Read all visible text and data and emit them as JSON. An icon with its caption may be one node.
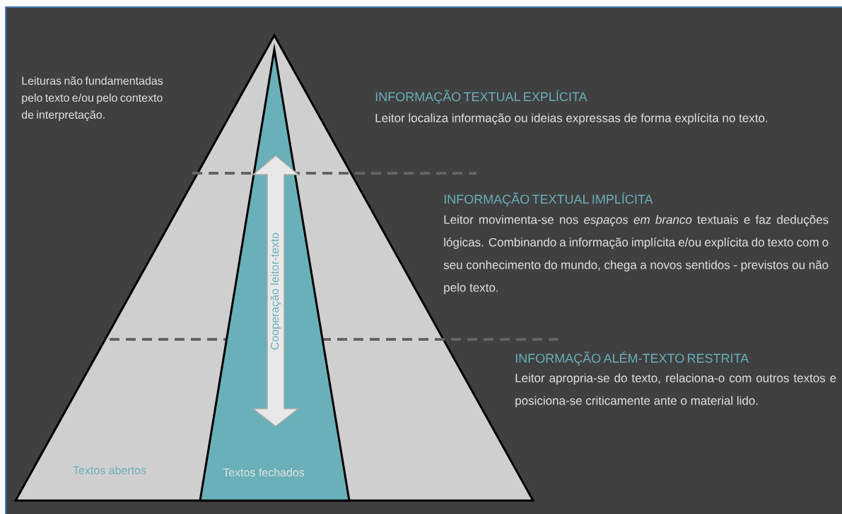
{
  "diagram": {
    "nodes": [
      {
        "text": [
          "Textos abertos"
        ]
      },
      {
        "text": [
          "Textos fechados"
        ],
        "in": 0
      },
      {
        "text": [
          "Cooperação leitor-texto"
        ],
        "in": 1
      }
    ],
    "labels": [
      "Leituras não fundamentadas pelo texto e/ou pelo contexto de interpretação.",
      "INFORMAÇÃO TEXTUAL EXPLÍCITA",
      "Leitor localiza informação ou ideias expressas de forma explícita no texto.",
      "INFORMAÇÃO TEXTUAL IMPLÍCITA",
      "Leitor movimenta-se nos *espaços em branco* textuais e faz deduções lógicas. Combinando a informação implícita e/ou explícita do texto com o seu conhecimento do mundo, chega a novos sentidos - previstos ou não pelo texto.",
      "INFORMAÇÃO ALÉM-TEXTO RESTRITA",
      "Leitor apropria-se do texto, relaciona-o com outros textos e posiciona-se criticamente ante o material lido."
    ]
  }
}
